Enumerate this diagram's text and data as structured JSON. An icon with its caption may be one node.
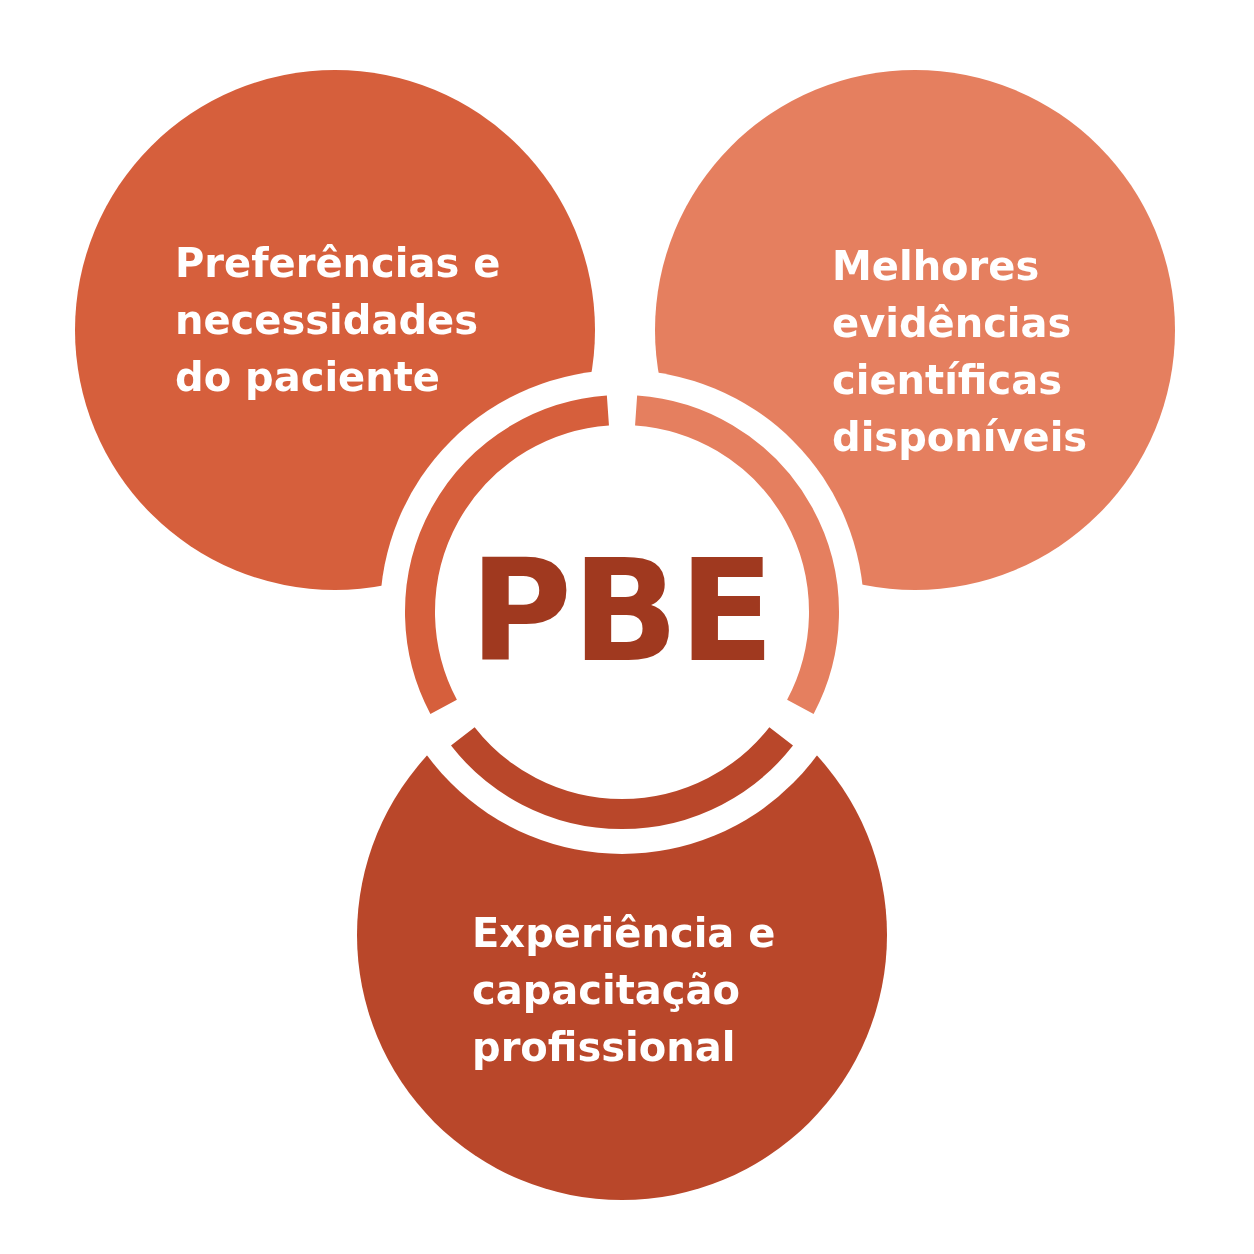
{
  "diagram": {
    "nodes": [
      {
        "text": [
          "Preferências e necessidades do paciente"
        ]
      },
      {
        "text": [
          "Melhores evidências científicas disponíveis"
        ]
      },
      {
        "text": [
          "PBE"
        ]
      },
      {
        "text": [
          "Experiência e capacitação profissional"
        ]
      }
    ]
  }
}
